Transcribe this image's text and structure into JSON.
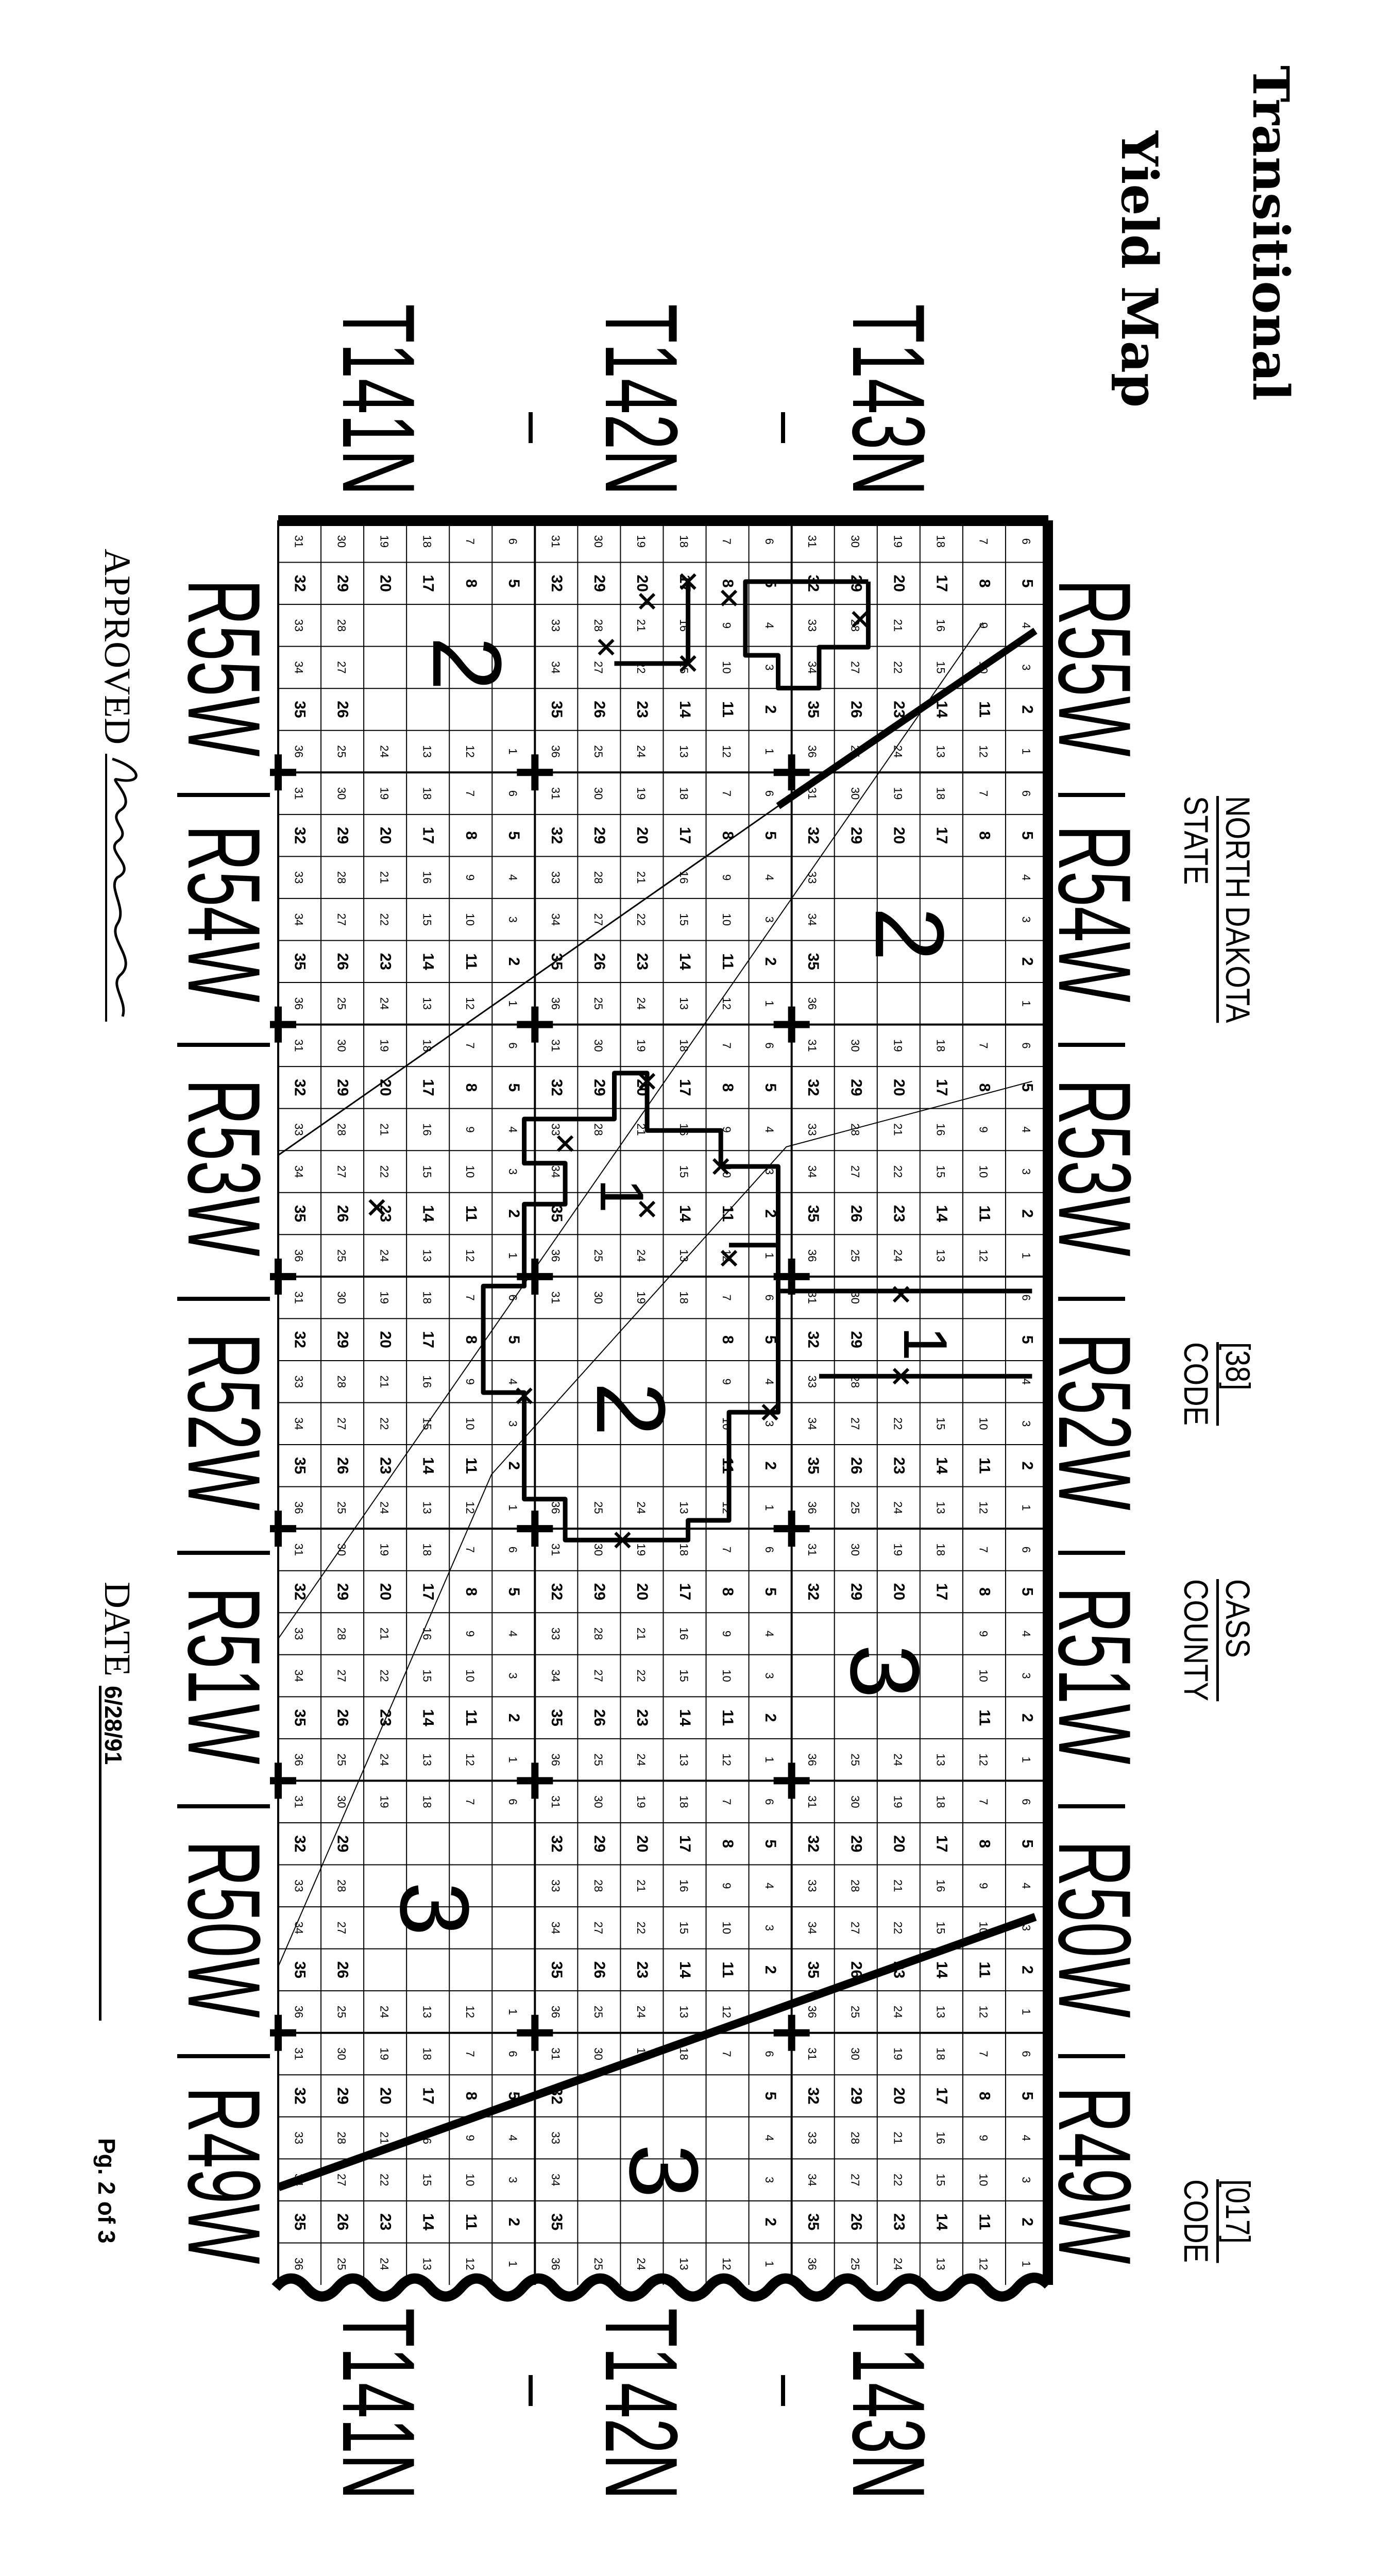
{
  "title": {
    "line1": "Transitional",
    "line2": "Yield Map"
  },
  "header": {
    "state_name": "NORTH DAKOTA",
    "state_label": "STATE",
    "state_code": "[38]",
    "state_code_label": "CODE",
    "county_name": "CASS",
    "county_label": "COUNTY",
    "county_code": "[017]",
    "county_code_label": "CODE"
  },
  "townships_left": [
    "T143N",
    "T142N",
    "T141N"
  ],
  "townships_right": [
    "T143N",
    "T142N",
    "T141N"
  ],
  "ranges_top": [
    "R55W",
    "R54W",
    "R53W",
    "R52W",
    "R51W",
    "R50W",
    "R49W"
  ],
  "ranges_bottom": [
    "R55W",
    "R54W",
    "R53W",
    "R52W",
    "R51W",
    "R50W",
    "R49W"
  ],
  "section_numbers": [
    [
      "6",
      "5",
      "4",
      "3",
      "2",
      "1"
    ],
    [
      "7",
      "8",
      "9",
      "10",
      "11",
      "12"
    ],
    [
      "18",
      "17",
      "16",
      "15",
      "14",
      "13"
    ],
    [
      "19",
      "20",
      "21",
      "22",
      "23",
      "24"
    ],
    [
      "30",
      "29",
      "28",
      "27",
      "26",
      "25"
    ],
    [
      "31",
      "32",
      "33",
      "34",
      "35",
      "36"
    ]
  ],
  "yield_zones": [
    "2",
    "2",
    "1",
    "1",
    "2",
    "3",
    "3",
    "3"
  ],
  "footer": {
    "approved_label": "APPROVED",
    "signature": "Robert C. Anderson",
    "date_label": "DATE",
    "date_value": "6/28/91",
    "page": "Pg. 2 of 3"
  }
}
